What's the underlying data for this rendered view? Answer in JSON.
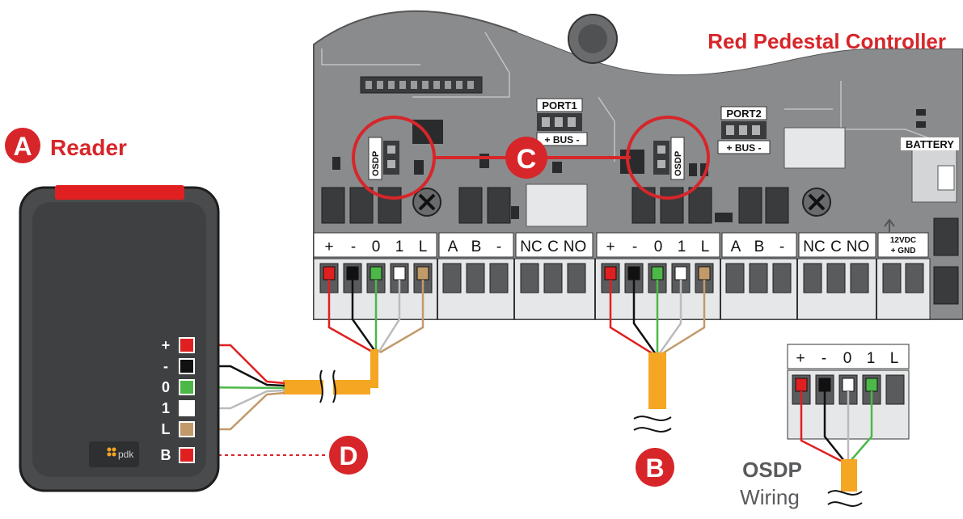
{
  "controller": {
    "title": "Red Pedestal Controller",
    "port1": "PORT1",
    "port1_bus": "+ BUS -",
    "port2": "PORT2",
    "port2_bus": "+ BUS -",
    "battery": "BATTERY",
    "osdp_jumper_left": "OSDP",
    "osdp_jumper_right": "OSDP",
    "terminals": [
      {
        "group": "reader-1",
        "labels": [
          "+",
          "-",
          "0",
          "1",
          "L"
        ]
      },
      {
        "group": "rs485-1",
        "labels": [
          "A",
          "B",
          "-"
        ]
      },
      {
        "group": "relay-1",
        "labels": [
          "NC",
          "C",
          "NO"
        ]
      },
      {
        "group": "reader-2",
        "labels": [
          "+",
          "-",
          "0",
          "1",
          "L"
        ]
      },
      {
        "group": "rs485-2",
        "labels": [
          "A",
          "B",
          "-"
        ]
      },
      {
        "group": "relay-2",
        "labels": [
          "NC",
          "C",
          "NO"
        ]
      }
    ],
    "power_label_top": "12VDC",
    "power_label_bottom": "+  GND"
  },
  "reader": {
    "badge": "A",
    "title": "Reader",
    "logo": "pdk",
    "wires": [
      "+",
      "-",
      "0",
      "1",
      "L",
      "B"
    ]
  },
  "callouts": {
    "b": "B",
    "c": "C",
    "d": "D"
  },
  "osdp_inset": {
    "labels": [
      "+",
      "-",
      "0",
      "1",
      "L"
    ],
    "title": "OSDP",
    "subtitle": "Wiring"
  },
  "colors": {
    "accent_red": "#d7262a",
    "board_gray": "#8a8b8d",
    "cable_orange": "#f5a623",
    "wire_green": "#4cb848",
    "wire_tan": "#c29a6a",
    "reader_body": "#4a4b4d"
  }
}
